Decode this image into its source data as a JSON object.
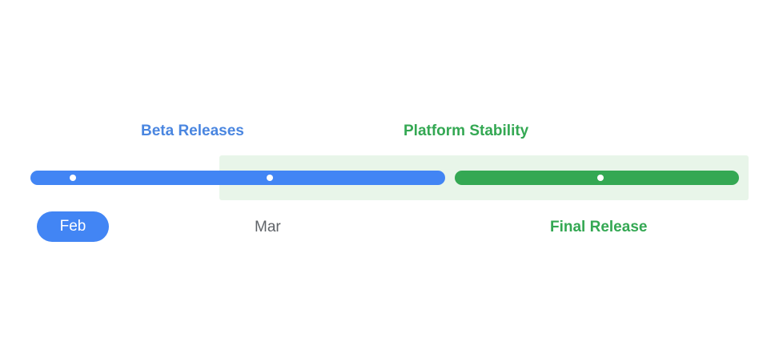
{
  "phases": {
    "beta": "Beta Releases",
    "stability": "Platform Stability"
  },
  "milestones": {
    "feb": "Feb",
    "mar": "Mar",
    "final": "Final Release"
  },
  "colors": {
    "blue": "#4285f4",
    "blue_text": "#4a86e0",
    "green": "#34a853",
    "zone": "#e8f5e9",
    "gray_text": "#5f6368"
  }
}
